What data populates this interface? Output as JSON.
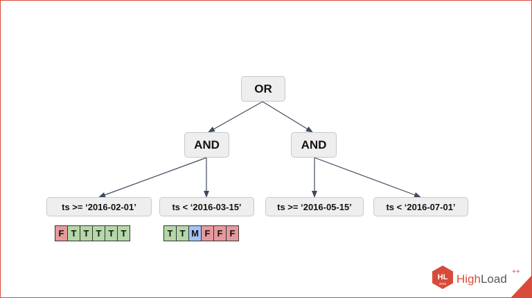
{
  "tree": {
    "root": {
      "label": "OR"
    },
    "and_left": {
      "label": "AND"
    },
    "and_right": {
      "label": "AND"
    },
    "leaves": [
      {
        "label": "ts >= ‘2016-02-01’"
      },
      {
        "label": "ts < ‘2016-03-15’"
      },
      {
        "label": "ts >= ‘2016-05-15’"
      },
      {
        "label": "ts < ‘2016-07-01’"
      }
    ]
  },
  "bitmaps": [
    {
      "cells": [
        "F",
        "T",
        "T",
        "T",
        "T",
        "T"
      ]
    },
    {
      "cells": [
        "T",
        "T",
        "M",
        "F",
        "F",
        "F"
      ]
    }
  ],
  "colors": {
    "false_cell": "#e6999c",
    "true_cell": "#b5d7a8",
    "maybe_cell": "#a4c2f4",
    "brand": "#d84b3a",
    "edge": "#3d4a5c"
  },
  "logo": {
    "badge": "HL",
    "badge_year": "2016",
    "name_prefix": "High",
    "name_suffix": "Load",
    "superscript": "++"
  }
}
